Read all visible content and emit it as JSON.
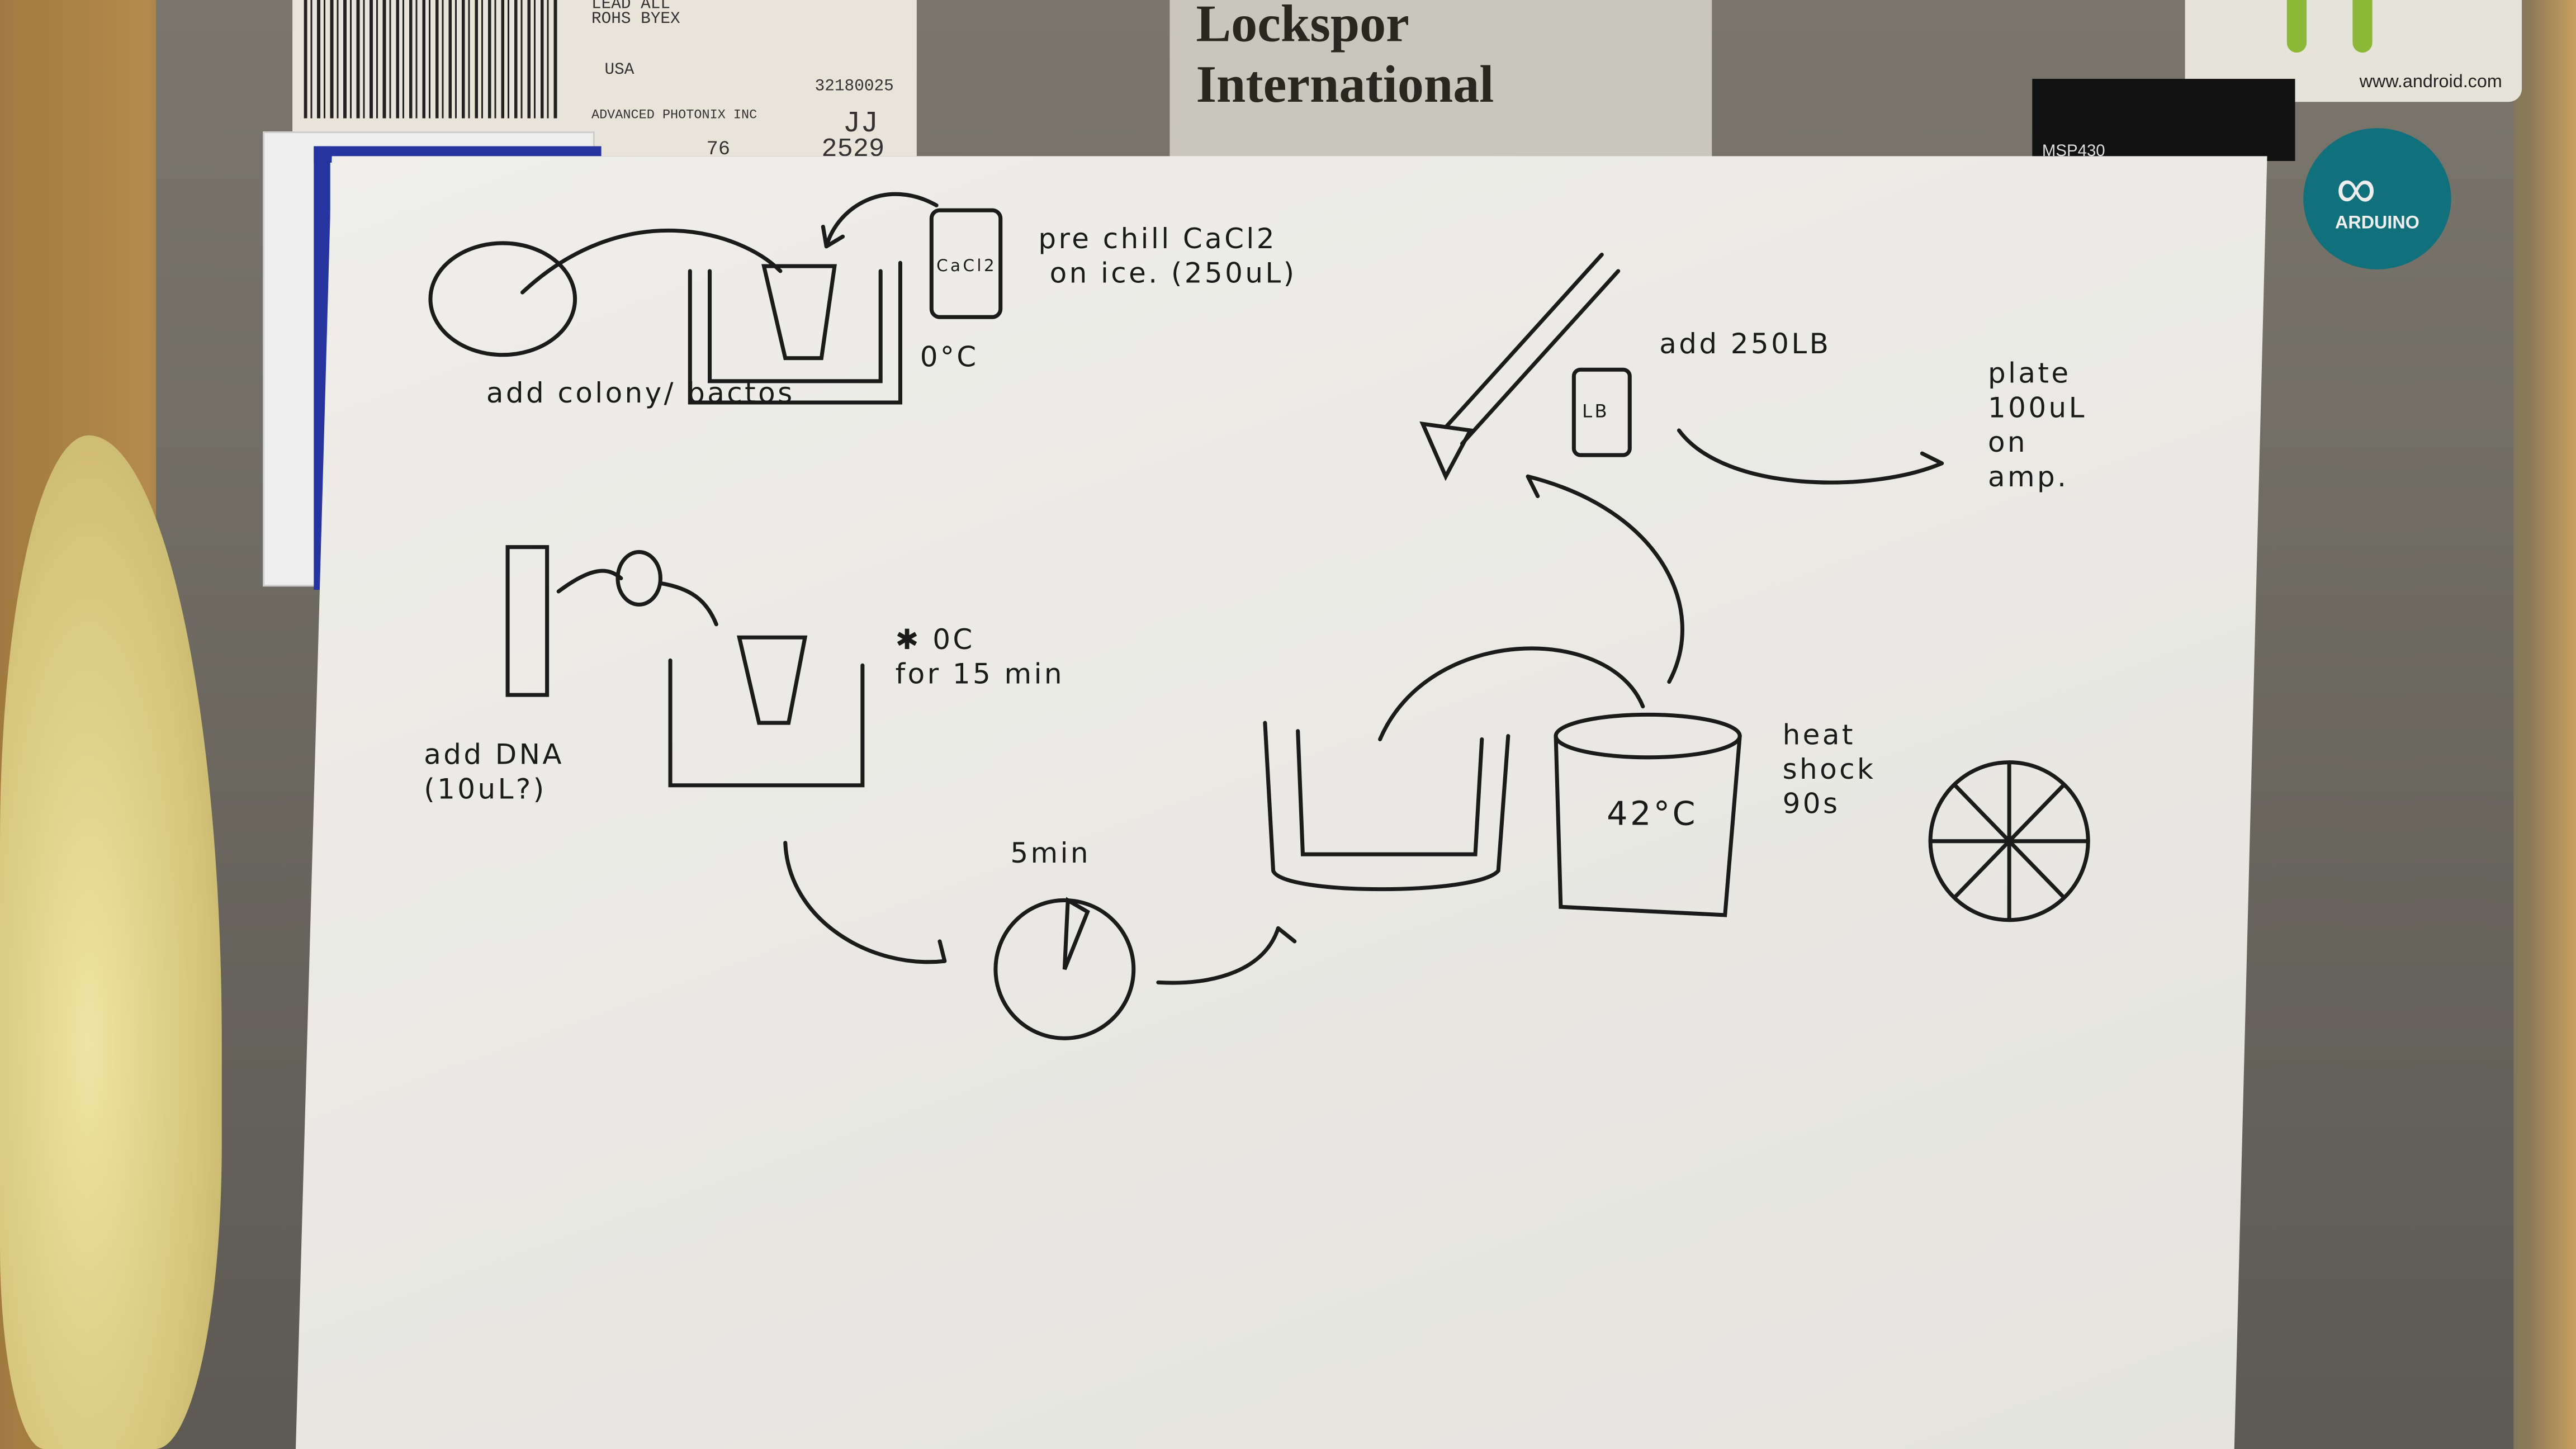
{
  "background": {
    "shipping_label": {
      "lines": [
        "LEAD ALL",
        "ROHS BYEX",
        "USA",
        "32180025",
        "ADVANCED PHOTONIX INC",
        "JJ",
        "2529",
        "76"
      ]
    },
    "stickers": {
      "locksport": "Lockspor International",
      "android": "www.android.com",
      "msp": "MSP430",
      "arduino": "ARDUINO"
    },
    "colors": {
      "arduino": "#10707c",
      "android_green": "#8cb838",
      "paper": "#ecebe6",
      "ink": "#1b1b1b"
    }
  },
  "sketch": {
    "step1": {
      "label": "add colony/ bactos"
    },
    "step2": {
      "bottle_label": "CaCl2",
      "note": "pre chill CaCl2\n on ice. (250uL)",
      "temp": "0°C"
    },
    "step3": {
      "label": "add DNA\n(10uL?)"
    },
    "step4": {
      "note": "✱ 0C\nfor 15 min"
    },
    "step5": {
      "label": "5min"
    },
    "step6": {
      "bath_temp": "42°C",
      "note": "heat\nshock\n90s"
    },
    "step7": {
      "bottle_label": "LB",
      "note": "add 250LB"
    },
    "step8": {
      "note": "plate\n100uL\non\namp."
    }
  }
}
